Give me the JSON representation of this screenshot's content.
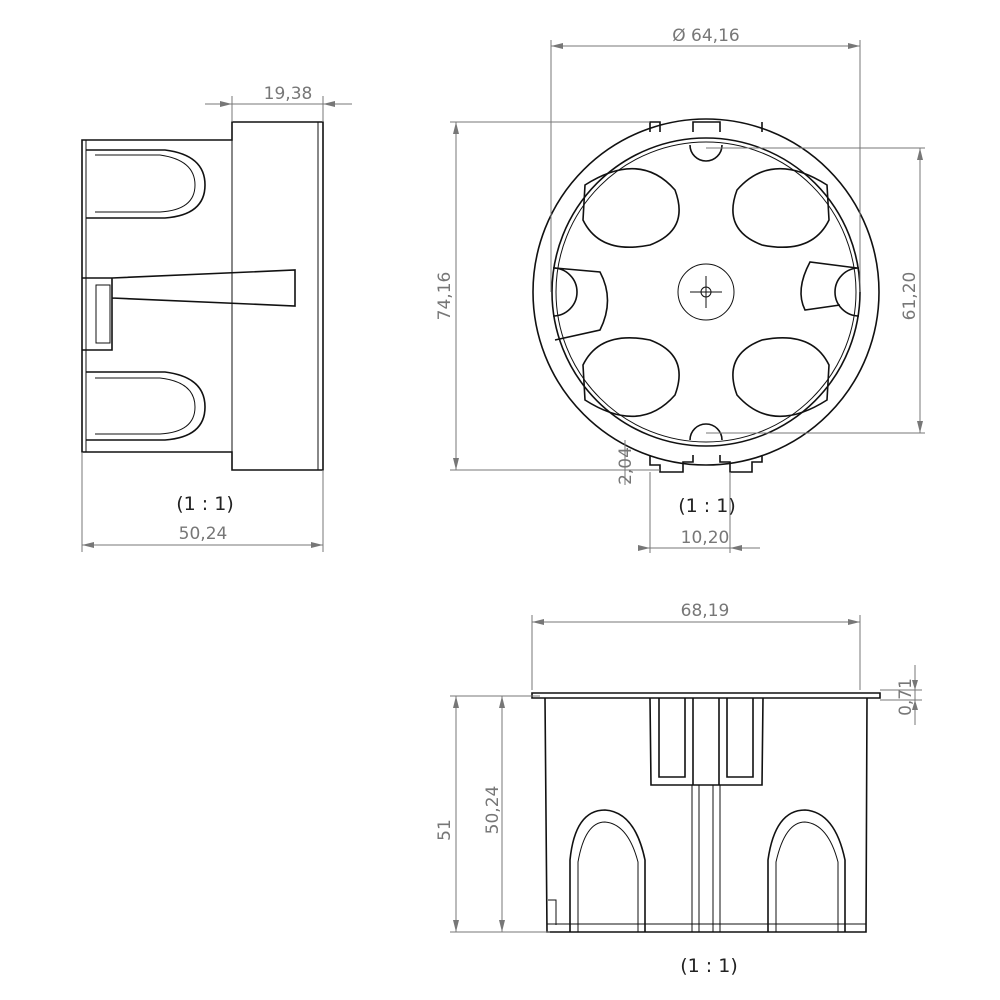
{
  "side_view": {
    "dimensions": {
      "top_width": "19,38",
      "overall_depth": "50,24"
    },
    "scale_label": "(1 : 1)"
  },
  "top_view": {
    "dimensions": {
      "diameter": "Ø 64,16",
      "height": "74,16",
      "inner_height": "61,20",
      "tab_height": "2,04",
      "tab_width": "10,20"
    },
    "scale_label": "(1 : 1)"
  },
  "front_view": {
    "dimensions": {
      "flange_width": "68,19",
      "total_height": "51",
      "body_height": "50,24",
      "flange_thickness": "0,71"
    },
    "scale_label": "(1 : 1)"
  }
}
